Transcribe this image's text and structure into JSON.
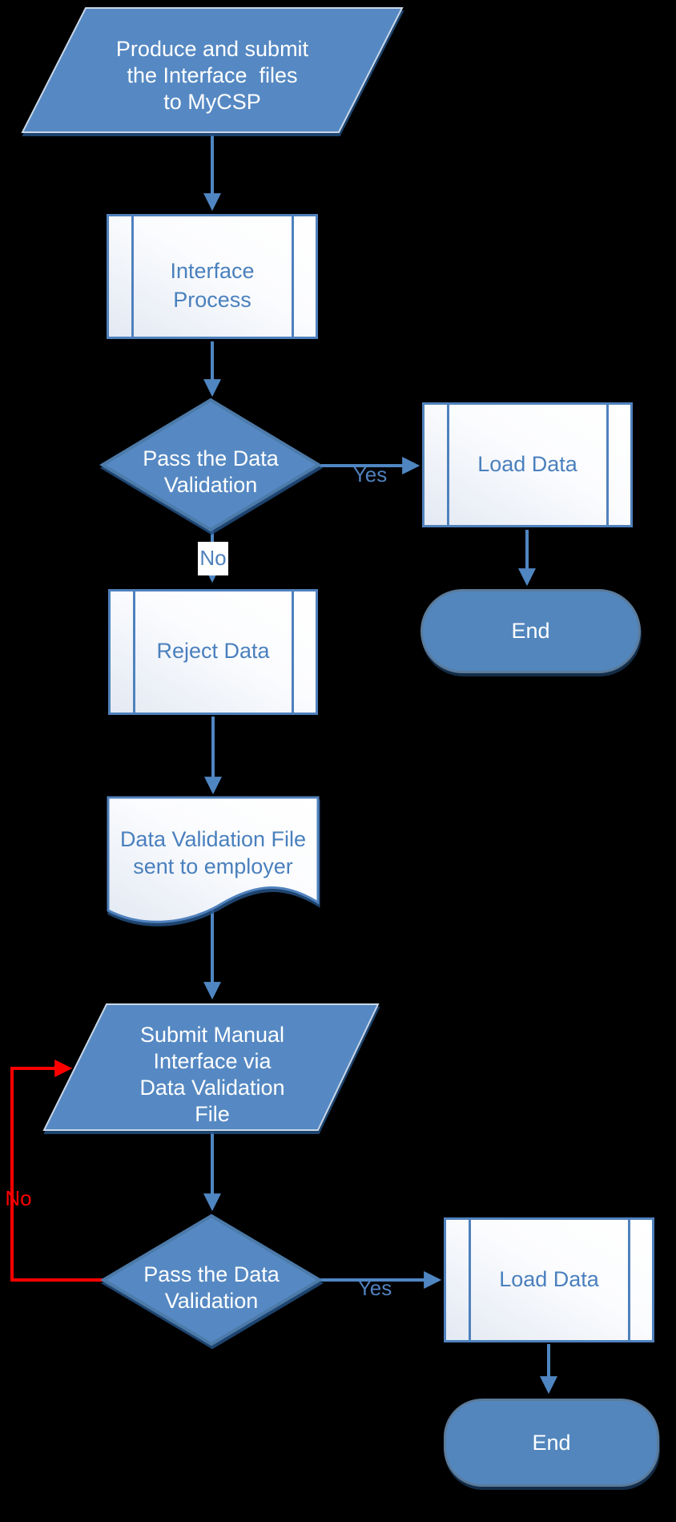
{
  "colors": {
    "background": "#000000",
    "shape_fill_blue": "#5689c3",
    "terminator_fill": "#5286bd",
    "process_border": "#4f81bd",
    "process_text": "#4a80bd",
    "edge_label_text": "#4f81bd",
    "arrow_blue": "#4f86c2",
    "arrow_red": "#ff0000",
    "shape_text": "#ffffff"
  },
  "nodes": [
    {
      "id": "start",
      "type": "parallelogram",
      "label": "Produce and submit\nthe Interface  files\nto MyCSP"
    },
    {
      "id": "interface-process",
      "type": "predefined-process",
      "label": "Interface\nProcess"
    },
    {
      "id": "pass-validation-1",
      "type": "decision",
      "label": "Pass the Data\nValidation"
    },
    {
      "id": "load-data-1",
      "type": "predefined-process",
      "label": "Load Data"
    },
    {
      "id": "end-1",
      "type": "terminator",
      "label": "End"
    },
    {
      "id": "reject-data",
      "type": "predefined-process",
      "label": "Reject Data"
    },
    {
      "id": "data-validation-file",
      "type": "document",
      "label": "Data Validation File\nsent to employer"
    },
    {
      "id": "submit-manual",
      "type": "parallelogram",
      "label": "Submit Manual\nInterface via\nData Validation\nFile"
    },
    {
      "id": "pass-validation-2",
      "type": "decision",
      "label": "Pass the Data\nValidation"
    },
    {
      "id": "load-data-2",
      "type": "predefined-process",
      "label": "Load Data"
    },
    {
      "id": "end-2",
      "type": "terminator",
      "label": "End"
    }
  ],
  "edges": {
    "yes1": "Yes",
    "no1": "No",
    "yes2": "Yes",
    "no2": "No"
  }
}
